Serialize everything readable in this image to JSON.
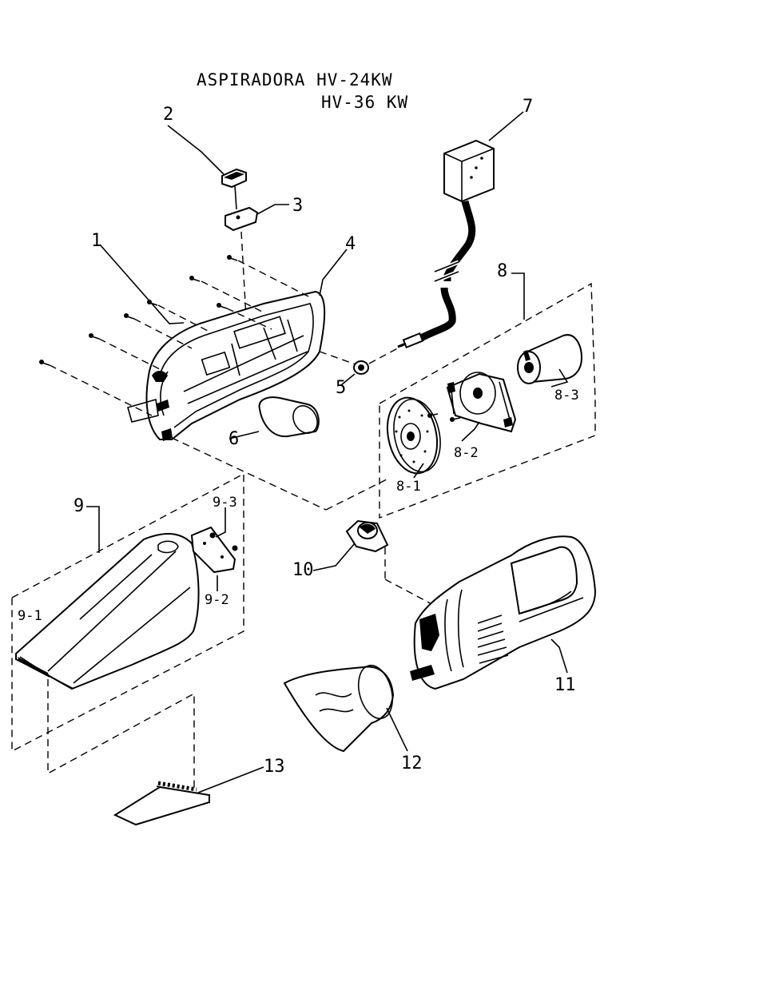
{
  "title": {
    "line1": "ASPIRADORA HV-24KW",
    "line2": "HV-36 KW"
  },
  "callouts": {
    "c1": "1",
    "c2": "2",
    "c3": "3",
    "c4": "4",
    "c5": "5",
    "c6": "6",
    "c7": "7",
    "c8": "8",
    "c8_1": "8-1",
    "c8_2": "8-2",
    "c8_3": "8-3",
    "c9": "9",
    "c9_1": "9-1",
    "c9_2": "9-2",
    "c9_3": "9-3",
    "c10": "10",
    "c11": "11",
    "c12": "12",
    "c13": "13"
  }
}
